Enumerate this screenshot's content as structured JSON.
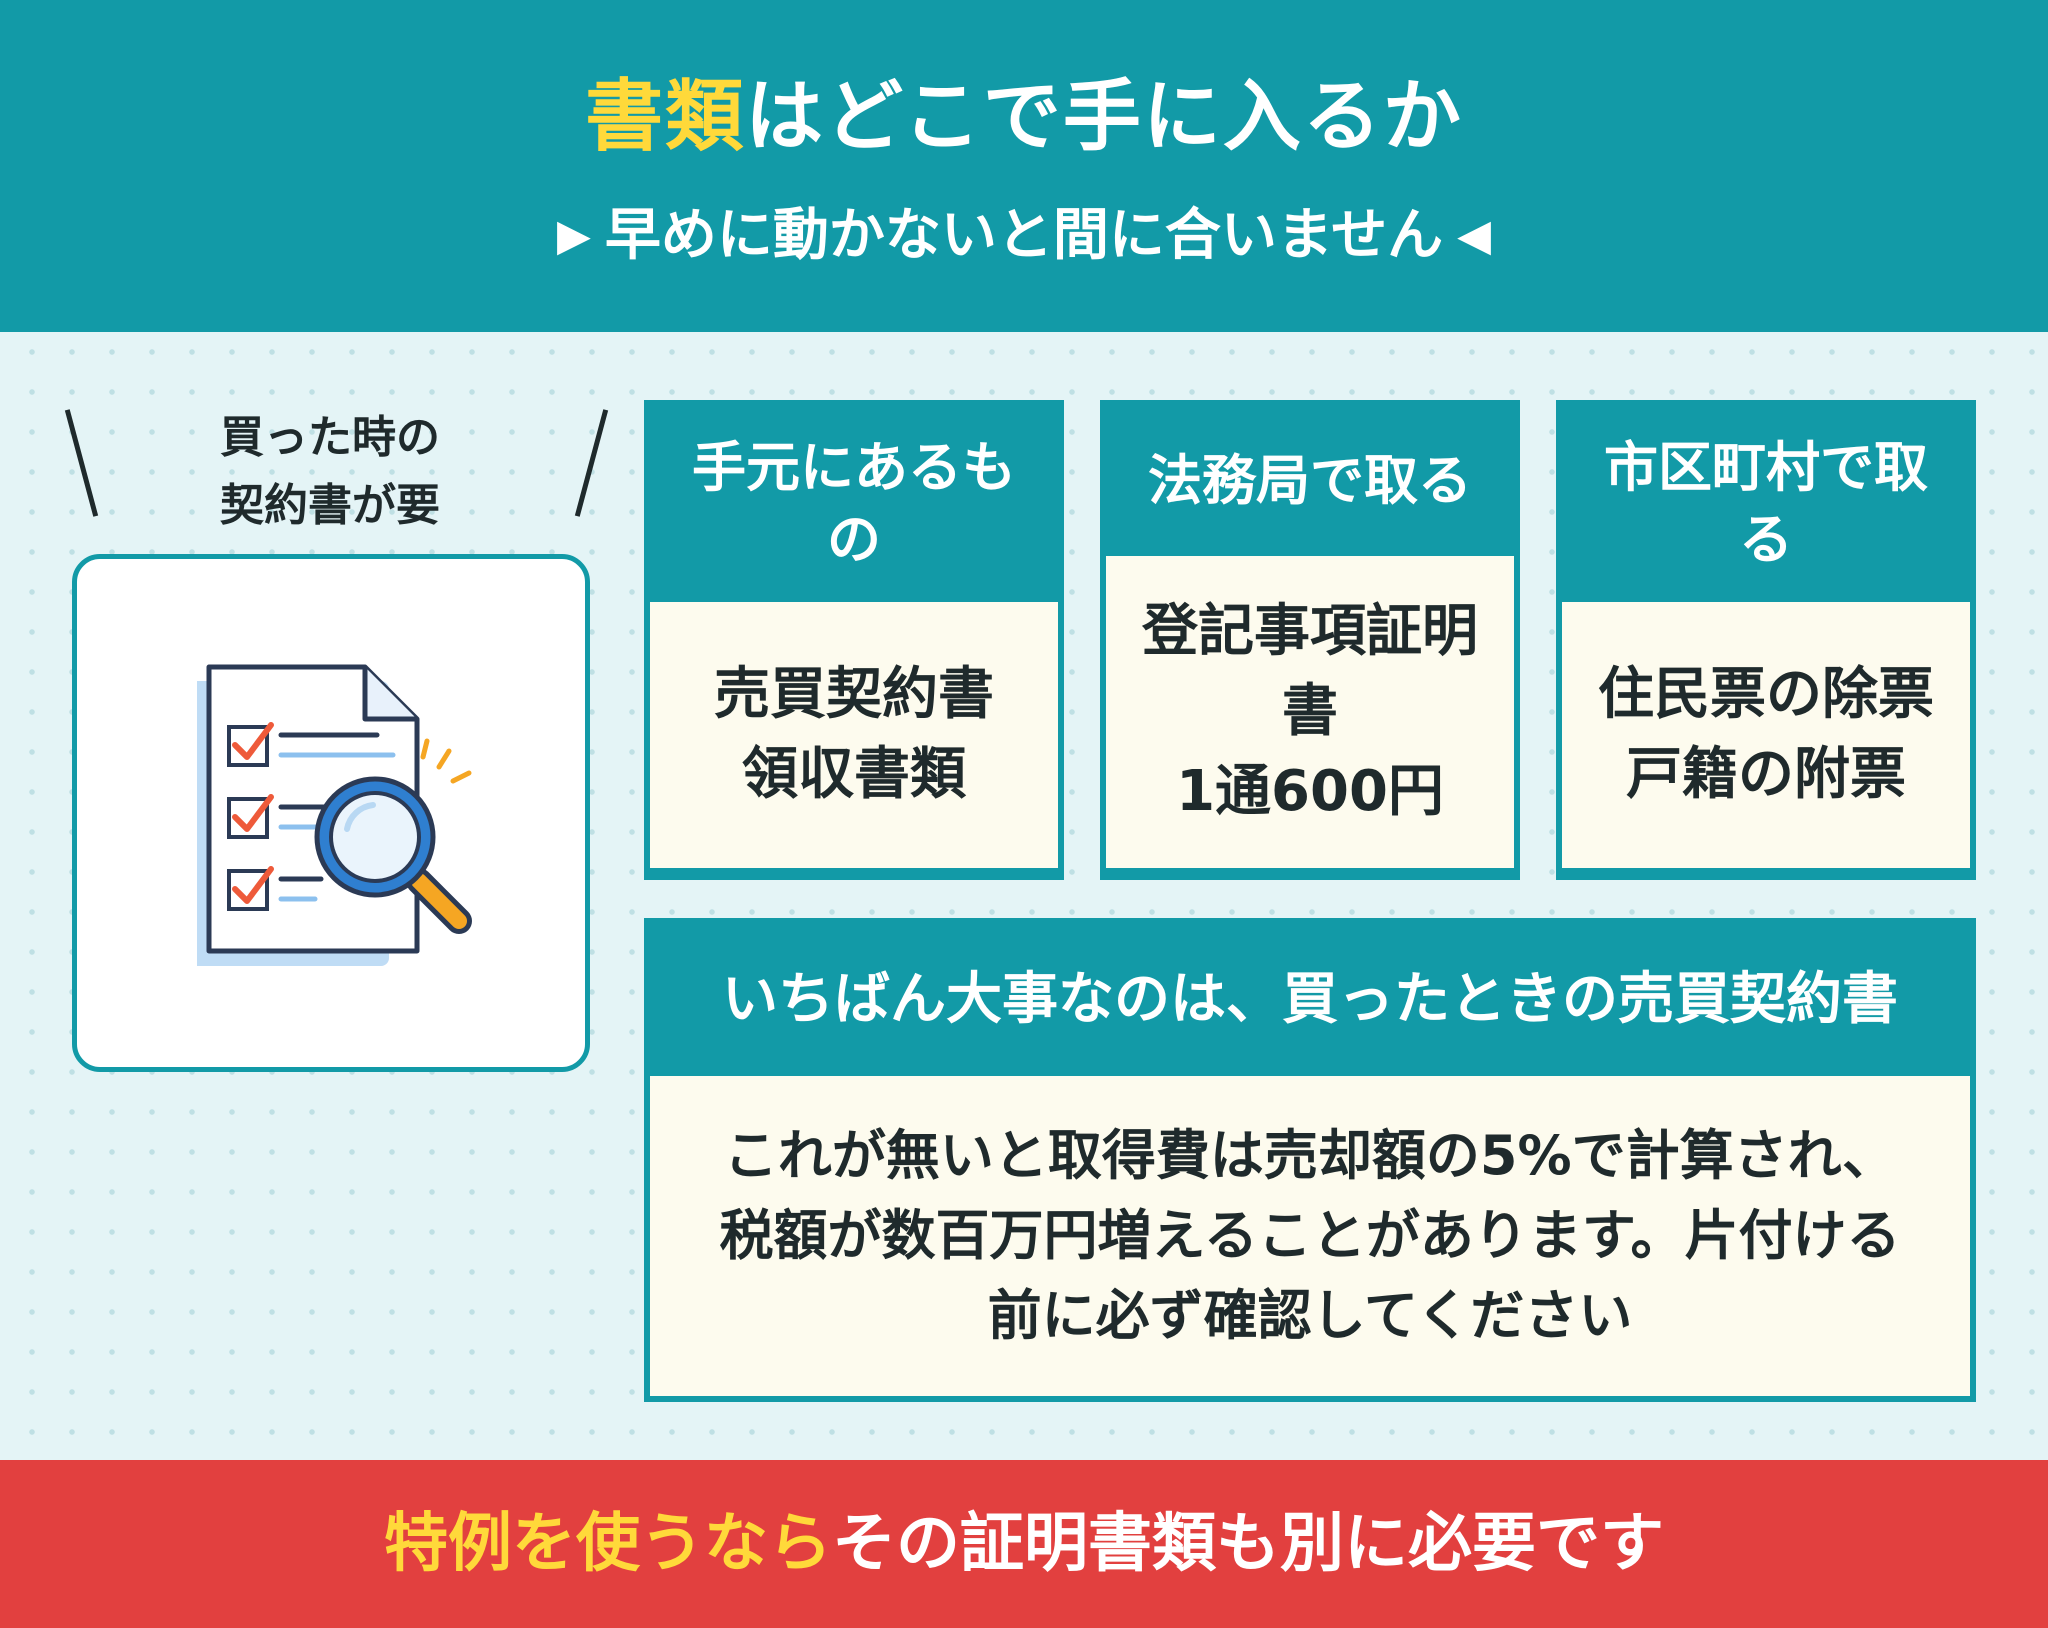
{
  "header": {
    "title_highlight": "書類",
    "title_rest": "はどこで手に入るか",
    "subtitle": "早めに動かないと間に合いません",
    "triangle_left": "▶",
    "triangle_right": "◀"
  },
  "side": {
    "caption_line1": "買った時の",
    "caption_line2": "契約書が要",
    "illustration_icon": "document-checklist-magnifier-icon"
  },
  "cards": [
    {
      "head": "手元にあるもの",
      "lines": [
        "売買契約書",
        "領収書類"
      ]
    },
    {
      "head": "法務局で取る",
      "lines": [
        "登記事項証明書",
        "1通600円"
      ]
    },
    {
      "head": "市区町村で取る",
      "lines": [
        "住民票の除票",
        "戸籍の附票"
      ]
    }
  ],
  "note": {
    "head": "いちばん大事なのは、買ったときの売買契約書",
    "body": "これが無いと取得費は売却額の5%で計算され、税額が数百万円増えることがあります。片付ける前に必ず確認してください"
  },
  "footer": {
    "highlight": "特例を使うなら",
    "rest": "その証明書類も別に必要です"
  },
  "colors": {
    "teal": "#129aa7",
    "yellow": "#ffd93a",
    "red": "#e2403f",
    "cream": "#fdfbee",
    "background": "#e4f4f6"
  }
}
